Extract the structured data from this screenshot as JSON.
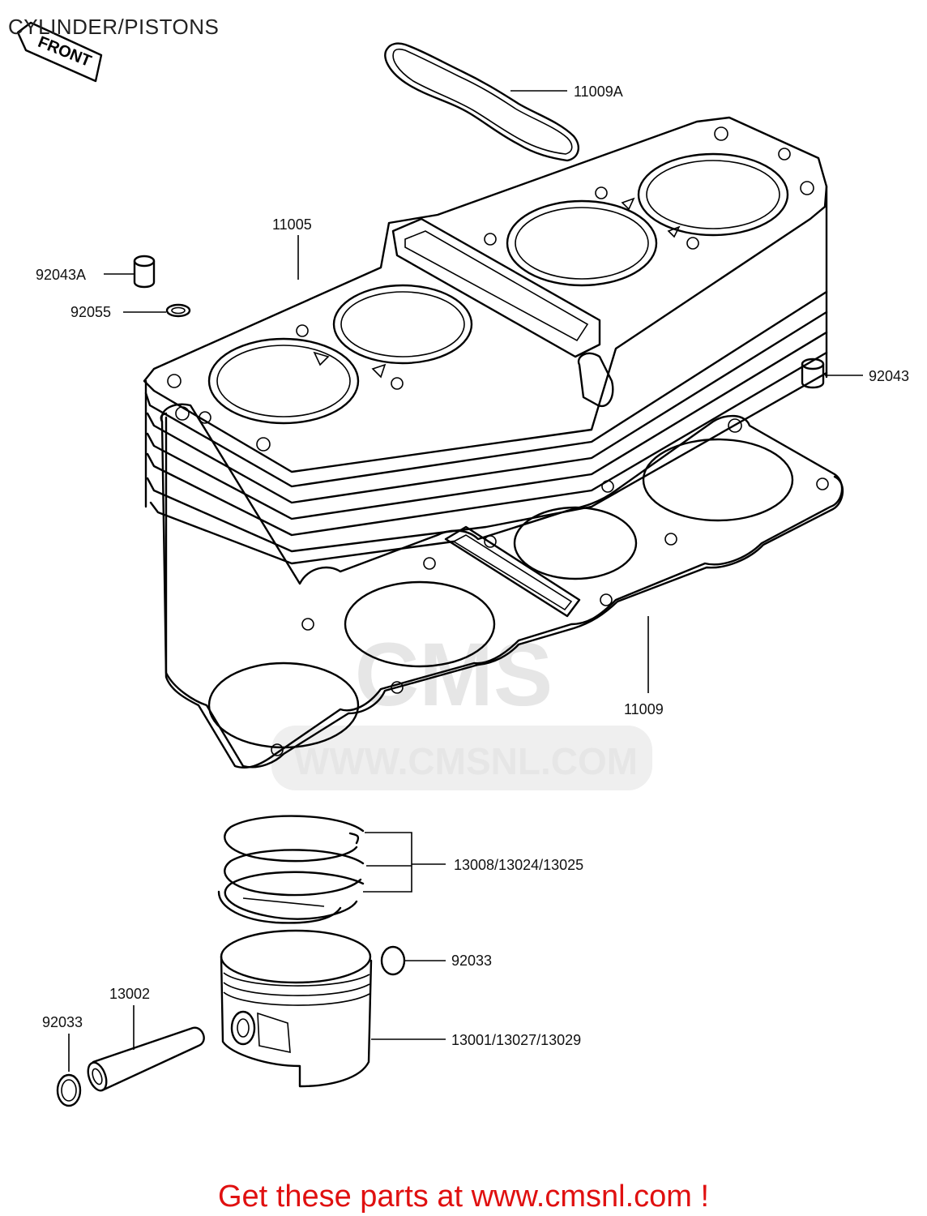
{
  "diagram": {
    "title": "CYLINDER/PISTONS",
    "front_arrow": "FRONT",
    "watermark": {
      "logo": "CMS",
      "url": "WWW.CMSNL.COM"
    },
    "parts": [
      {
        "id": "11009A",
        "label": "11009A"
      },
      {
        "id": "11005",
        "label": "11005"
      },
      {
        "id": "92043A",
        "label": "92043A"
      },
      {
        "id": "92055",
        "label": "92055"
      },
      {
        "id": "92043",
        "label": "92043"
      },
      {
        "id": "11009",
        "label": "11009"
      },
      {
        "id": "rings",
        "label": "13008/13024/13025"
      },
      {
        "id": "clip-right",
        "label": "92033"
      },
      {
        "id": "pin",
        "label": "13002"
      },
      {
        "id": "clip-left",
        "label": "92033"
      },
      {
        "id": "piston",
        "label": "13001/13027/13029"
      }
    ]
  },
  "footer": "Get these parts at www.cmsnl.com !"
}
